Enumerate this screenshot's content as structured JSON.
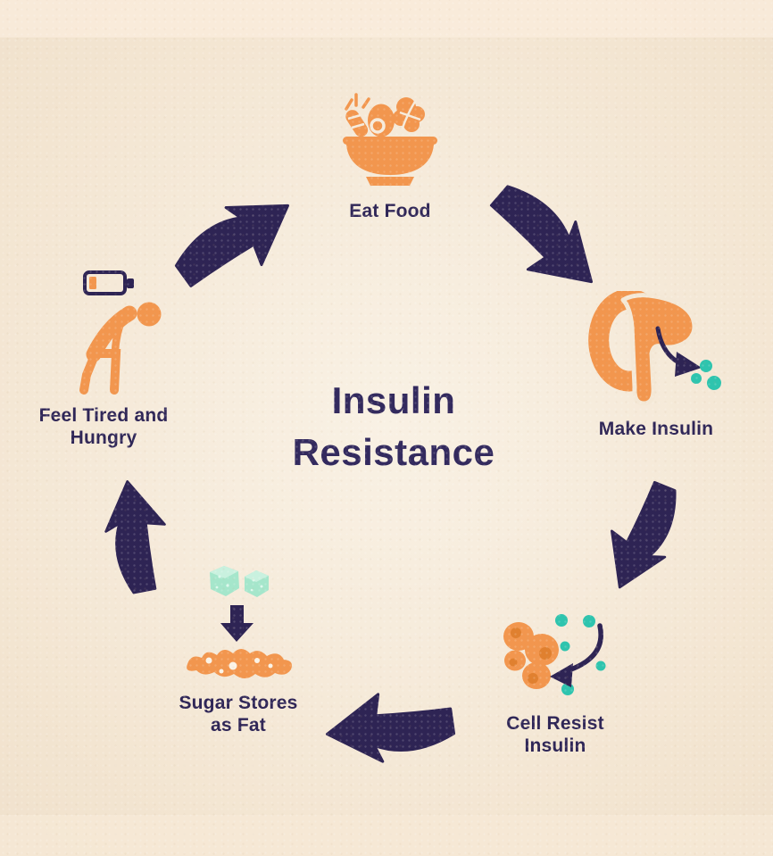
{
  "title": {
    "line1": "Insulin",
    "line2": "Resistance"
  },
  "stages": [
    {
      "name": "eat-food",
      "icon": "food-bowl-icon",
      "label_line1": "Eat Food",
      "label_line2": ""
    },
    {
      "name": "make-insulin",
      "icon": "pancreas-icon",
      "label_line1": "Make Insulin",
      "label_line2": ""
    },
    {
      "name": "cell-resist-insulin",
      "icon": "cells-icon",
      "label_line1": "Cell Resist",
      "label_line2": "Insulin"
    },
    {
      "name": "sugar-stores-as-fat",
      "icon": "sugar-fat-icon",
      "label_line1": "Sugar Stores",
      "label_line2": "as Fat"
    },
    {
      "name": "feel-tired-and-hungry",
      "icon": "tired-person-icon",
      "label_line1": "Feel Tired and",
      "label_line2": "Hungry"
    }
  ],
  "colors": {
    "background": "#f4e7d5",
    "background_light": "#f9f1e4",
    "orange": "#f2964e",
    "orange_dark": "#e0802f",
    "navy": "#2e2454",
    "text_navy": "#2f2657",
    "teal": "#2ec4ae",
    "mint": "#a5e6cb",
    "mint_light": "#c9f1df",
    "cream_dot": "#fbf3e6"
  }
}
